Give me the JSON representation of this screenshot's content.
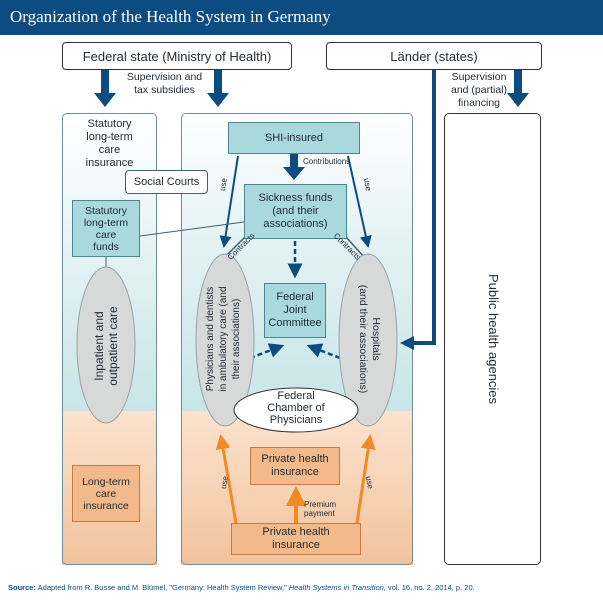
{
  "title": "Organization of the Health System in Germany",
  "federal_state": "Federal state (Ministry of Health)",
  "laender": "Länder (states)",
  "supervision_left": [
    "Supervision and",
    "tax subsidies"
  ],
  "supervision_right": [
    "Supervision",
    "and (partial)",
    "financing"
  ],
  "statutory_ltc": [
    "Statutory",
    "long-term",
    "care",
    "insurance"
  ],
  "statutory_ltc_funds": [
    "Statutory",
    "long-term",
    "care",
    "funds"
  ],
  "inpatient_outpatient": [
    "Inpatient and",
    "outpatient care"
  ],
  "long_term_care_insurance": [
    "Long-term",
    "care",
    "insurance"
  ],
  "shi_insured": "SHI-insured",
  "contributions": "Contributions",
  "social_courts": "Social Courts",
  "sickness_funds": [
    "Sickness funds",
    "(and their",
    "associations)"
  ],
  "use": "use",
  "contracts": "Contracts",
  "federal_joint_committee": [
    "Federal",
    "Joint",
    "Committee"
  ],
  "physicians": [
    "Physicians and dentists",
    "in ambulatory care (and",
    "their associations)"
  ],
  "hospitals": [
    "Hospitals",
    "(and their associations)"
  ],
  "federal_chamber": [
    "Federal",
    "Chamber of",
    "Physicians"
  ],
  "private_health_insurance": [
    "Private health",
    "insurance"
  ],
  "premium_payment": [
    "Premium",
    "payment"
  ],
  "public_health_agencies": "Public health agencies",
  "source_label": "Source:",
  "source_text": "Adapted from R. Busse and M. Blümel, \"Germany: Health System Review,\"",
  "source_journal": "Health Systems in Transition,",
  "source_rest": "vol. 16, no. 2, 2014, p. 20.",
  "colors": {
    "header": "#0d4c80",
    "arrow_blue": "#0d4c80",
    "arrow_orange": "#f08a24",
    "teal_box": "#a9d9dc",
    "orange_box": "#f2b98a"
  }
}
